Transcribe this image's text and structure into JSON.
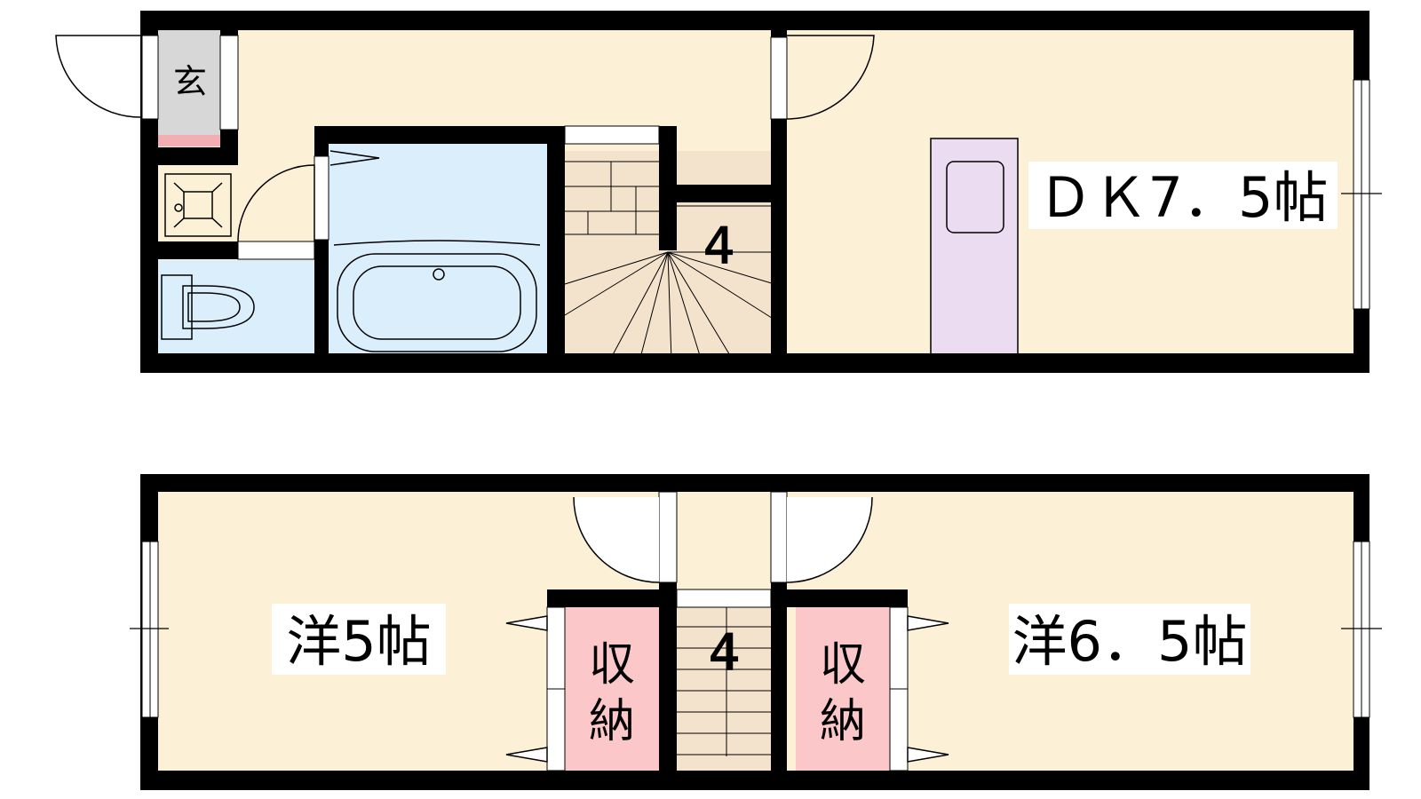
{
  "floor1": {
    "rooms": {
      "genkan": "玄",
      "dk": "ＤＫ7．5帖"
    },
    "stair_number": "4"
  },
  "floor2": {
    "rooms": {
      "western_left": "洋5帖",
      "western_right": "洋6．5帖"
    },
    "storage_left": [
      "収",
      "納"
    ],
    "storage_right": [
      "収",
      "納"
    ],
    "stair_number": "4"
  },
  "colors": {
    "room_floor": "#fcf0d6",
    "wet_area": "#dbeefc",
    "stairs": "#f3e3cc",
    "kitchen_counter": "#ebdcf2",
    "storage": "#fbc7c8",
    "genkan_floor": "#d7d7d7",
    "genkan_step": "#f3aeb4",
    "wall": "#000000"
  }
}
